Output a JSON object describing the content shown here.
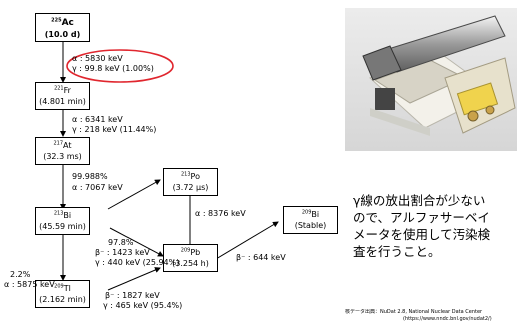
{
  "chain": {
    "ac225": {
      "mass": "225",
      "symbol": "Ac",
      "half_life": "(10.0 d)"
    },
    "fr221": {
      "mass": "221",
      "symbol": "Fr",
      "half_life": "(4.801 min)"
    },
    "at217": {
      "mass": "217",
      "symbol": "At",
      "half_life": "(32.3 ms)"
    },
    "bi213": {
      "mass": "213",
      "symbol": "Bi",
      "half_life": "(45.59 min)"
    },
    "po213": {
      "mass": "213",
      "symbol": "Po",
      "half_life": "(3.72 μs)"
    },
    "tl209": {
      "mass": "209",
      "symbol": "Tl",
      "half_life": "(2.162 min)"
    },
    "pb209": {
      "mass": "209",
      "symbol": "Pb",
      "half_life": "(3.254 h)"
    },
    "bi209": {
      "mass": "209",
      "symbol": "Bi",
      "half_life": "(Stable)"
    }
  },
  "decays": {
    "ac_alpha": "α : 5830 keV",
    "ac_gamma": "γ : 99.8 keV (1.00%)",
    "fr_alpha": "α : 6341 keV",
    "fr_gamma": "γ : 218 keV (11.44%)",
    "at_branch": "99.988%",
    "at_alpha": "α : 7067 keV",
    "bi_beta_pct": "97.8%",
    "bi_beta": "β⁻ : 1423 keV",
    "bi_gamma": "γ : 440 keV (25.94%)",
    "bi_alpha_pct": "2.2%",
    "bi_alpha": "α : 5875 keV",
    "po_alpha": "α : 8376 keV",
    "pb_beta": "β⁻ : 644 keV",
    "tl_beta": "β⁻ : 1827 keV",
    "tl_gamma": "γ : 465 keV (95.4%)"
  },
  "note_lines": [
    "γ線の放出割合が少ない",
    "ので、アルファサーベイ",
    "メータを使用して汚染検",
    "査を行うこと。"
  ],
  "source_line1": "核データ出典：NuDat 2.8, National Nuclear Data Center",
  "source_line2": "(https://www.nndc.bnl.gov/nudat2/)",
  "colors": {
    "highlight": "#e0262e",
    "line": "#000000"
  }
}
